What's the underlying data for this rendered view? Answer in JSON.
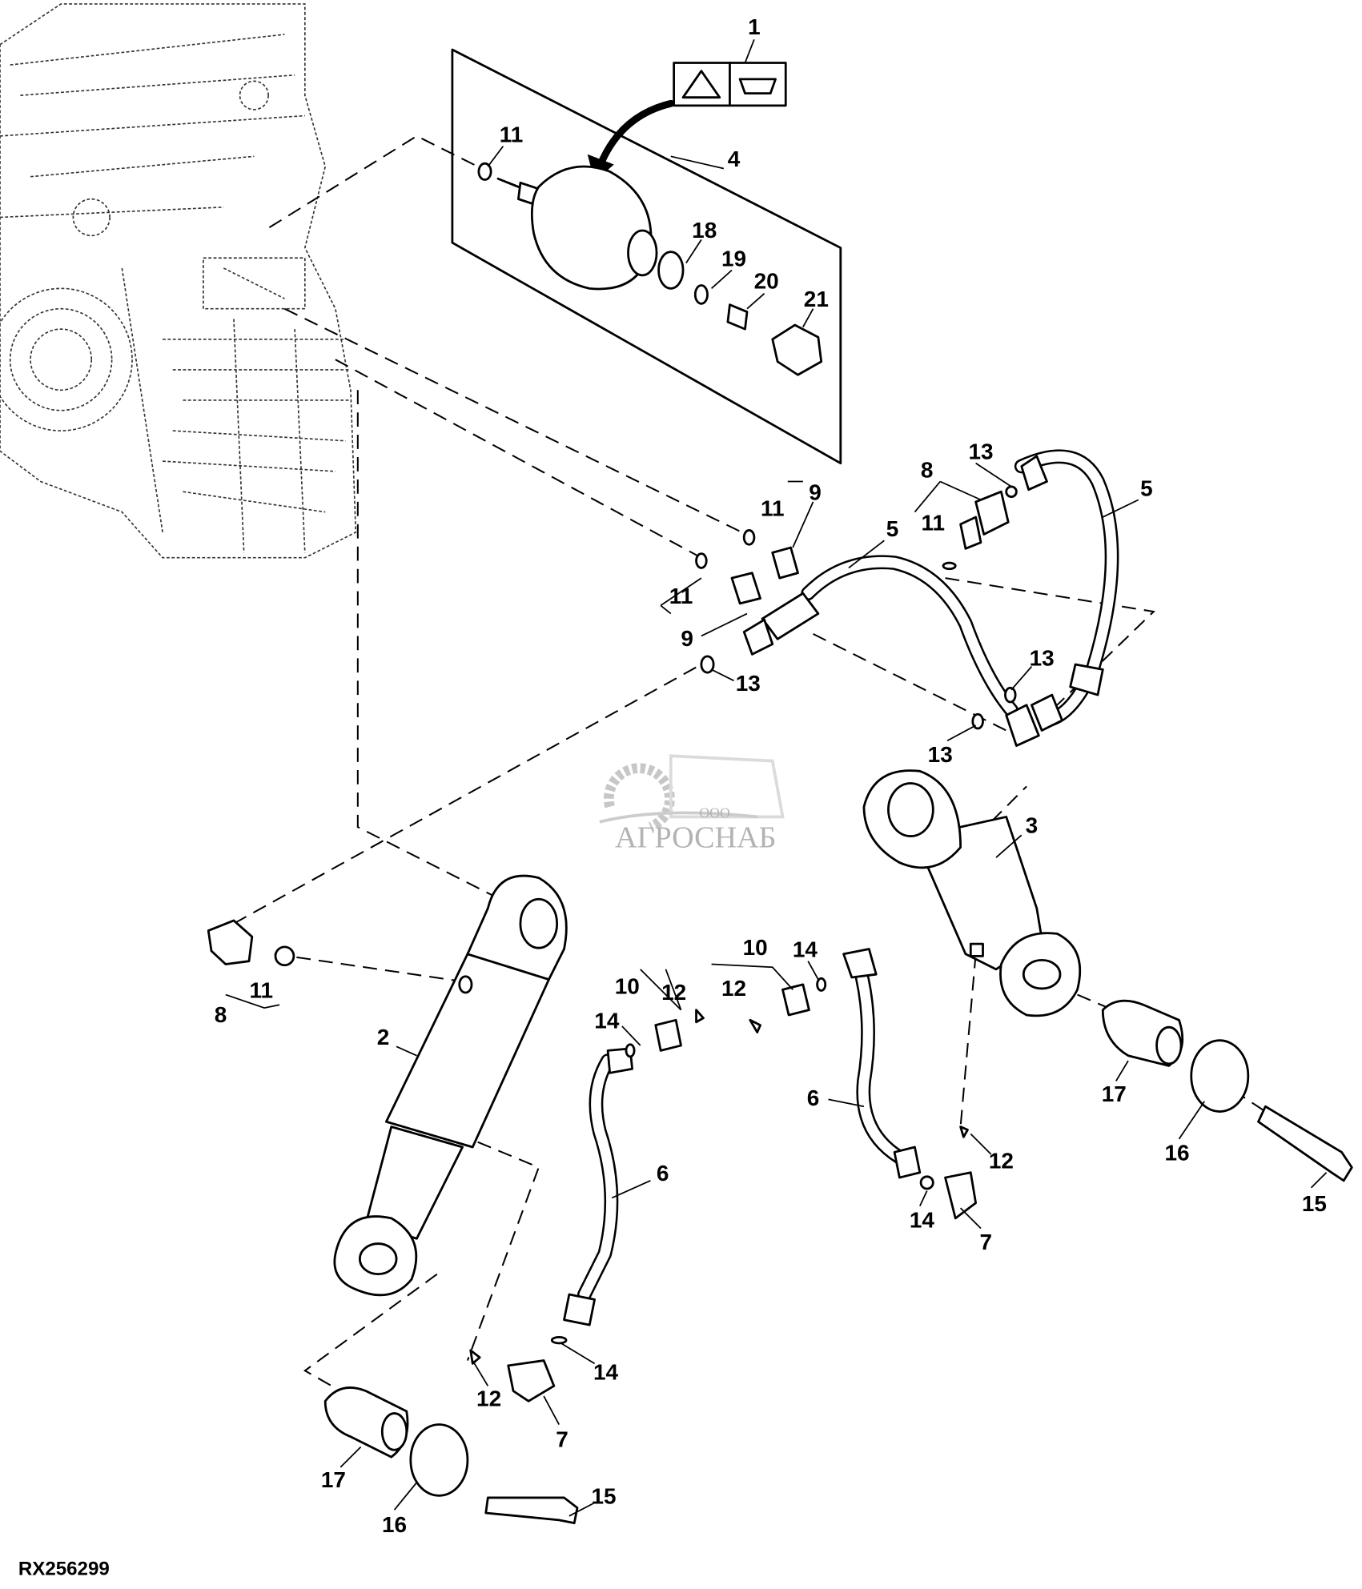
{
  "figure_ref": "RX256299",
  "watermark": {
    "prefix": "ООО",
    "name": "АГРОСНАБ"
  },
  "callouts": [
    "1",
    "11",
    "4",
    "18",
    "19",
    "20",
    "21",
    "13",
    "8",
    "5",
    "9",
    "11",
    "11",
    "5",
    "11",
    "9",
    "13",
    "13",
    "13",
    "3",
    "10",
    "14",
    "10",
    "12",
    "12",
    "8",
    "11",
    "2",
    "14",
    "6",
    "17",
    "16",
    "12",
    "6",
    "15",
    "14",
    "7",
    "14",
    "12",
    "7",
    "17",
    "15",
    "16"
  ],
  "colors": {
    "line": "#000000",
    "background": "#ffffff",
    "watermark": "#9a9a9a"
  }
}
